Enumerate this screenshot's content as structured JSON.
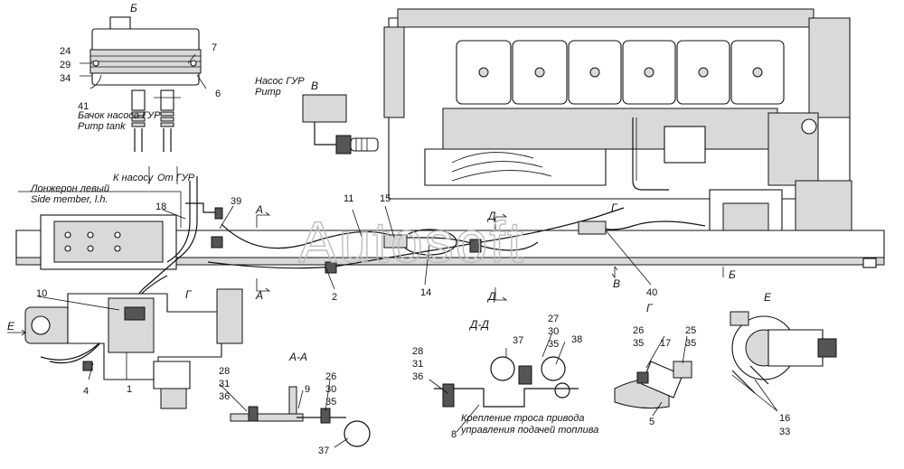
{
  "watermark": "Autosoft",
  "views": {
    "b": "Б",
    "v": "В",
    "g": "Г",
    "e": "Е",
    "aa": "А-А",
    "dd": "Д-Д",
    "arrow_a": "А",
    "arrow_d": "Д",
    "arrow_v": "В",
    "arrow_b": "Б",
    "arrow_e": "Е",
    "arrow_g": "Г"
  },
  "captions": {
    "pump_ru": "Насос ГУР",
    "pump_en": "Pump",
    "tank_ru": "Бачок насоса ГУР",
    "tank_en": "Pump tank",
    "to_pump": "К насосу",
    "from_pump": "От ГУР",
    "member_ru": "Лонжерон левый",
    "member_en": "Side member, l.h.",
    "cable_line1": "Крепление троса привода",
    "cable_line2": "управления подачей топлива"
  },
  "callouts": {
    "c24": "24",
    "c29": "29",
    "c34": "34",
    "c41": "41",
    "c7": "7",
    "c6": "6",
    "c18": "18",
    "c39": "39",
    "c11": "11",
    "c15": "15",
    "c10": "10",
    "c4": "4",
    "c1": "1",
    "c2": "2",
    "c14": "14",
    "c40": "40",
    "aa_28": "28",
    "aa_31": "31",
    "aa_36": "36",
    "aa_9": "9",
    "aa_26": "26",
    "aa_30": "30",
    "aa_35": "35",
    "aa_37": "37",
    "dd_28": "28",
    "dd_31": "31",
    "dd_36": "36",
    "dd_37": "37",
    "dd_27": "27",
    "dd_30": "30",
    "dd_35": "35",
    "dd_38": "38",
    "dd_8": "8",
    "g_26": "26",
    "g_35": "35",
    "g_17": "17",
    "g_25": "25",
    "g_35b": "35",
    "g_5": "5",
    "e_16": "16",
    "e_33": "33"
  }
}
